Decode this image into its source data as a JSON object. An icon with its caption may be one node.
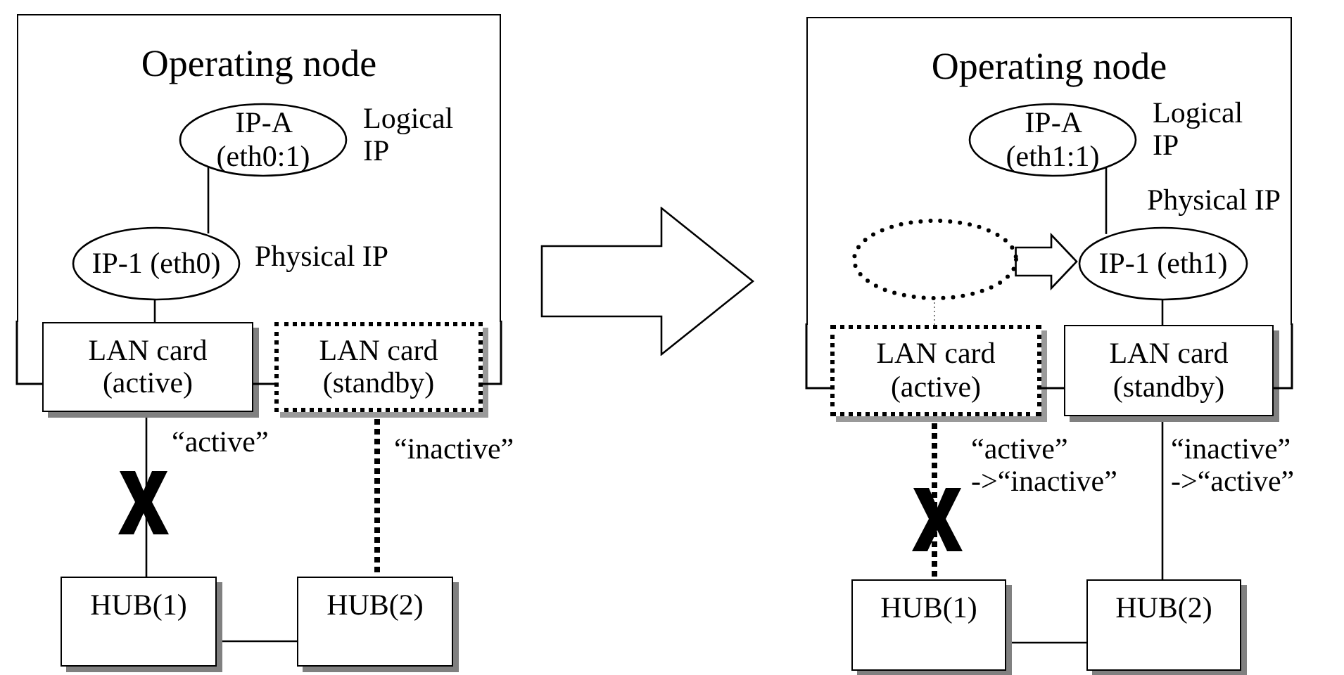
{
  "diagram": {
    "nodes": [
      {
        "text": [
          "Operating node"
        ]
      },
      {
        "text": [
          "IP-A (eth0:1)"
        ],
        "in": 0,
        "beside": [
          "Logical IP"
        ]
      },
      {
        "text": [
          "IP-1 (eth0)"
        ],
        "in": 0,
        "beside": [
          "Physical IP"
        ]
      },
      {
        "text": [
          "LAN card (active)"
        ]
      },
      {
        "text": [
          "LAN card (standby)"
        ]
      },
      {
        "text": [
          "HUB(1)"
        ]
      },
      {
        "text": [
          "HUB(2)"
        ]
      },
      {
        "text": [
          "Operating node"
        ]
      },
      {
        "text": [
          "IP-A (eth1:1)"
        ],
        "in": 7,
        "beside": [
          "Logical IP"
        ]
      },
      {
        "text": [],
        "shape": "ellipse",
        "in": 7
      },
      {
        "text": [
          "IP-1 (eth1)"
        ],
        "in": 7,
        "beside": [
          "Physical IP"
        ]
      },
      {
        "text": [
          "LAN card (active)"
        ]
      },
      {
        "text": [
          "LAN card (standby)"
        ]
      },
      {
        "text": [
          "HUB(1)"
        ]
      },
      {
        "text": [
          "HUB(2)"
        ]
      }
    ],
    "edges": [
      {
        "from": 1,
        "to": 2,
        "arrow": "none"
      },
      {
        "from": 2,
        "to": 3,
        "arrow": "none"
      },
      {
        "from": 3,
        "to": 5,
        "arrow": "none",
        "label": "“active”"
      },
      {
        "from": 4,
        "to": 6,
        "arrow": "none",
        "label": "“inactive”",
        "style": "dashed"
      },
      {
        "from": 5,
        "to": 6,
        "arrow": "none"
      },
      {
        "from": 8,
        "to": 10,
        "arrow": "none"
      },
      {
        "from": 9,
        "to": 10,
        "arrow": "to",
        "style": "thick"
      },
      {
        "from": 9,
        "to": 11,
        "arrow": "none",
        "style": "dashed",
        "color": "#808080"
      },
      {
        "from": 10,
        "to": 12,
        "arrow": "none"
      },
      {
        "from": 11,
        "to": 13,
        "arrow": "none",
        "label": "“active” ->“inactive”",
        "style": "dashed"
      },
      {
        "from": 12,
        "to": 14,
        "arrow": "none",
        "label": "“inactive” ->“active”"
      },
      {
        "from": 13,
        "to": 14,
        "arrow": "none"
      }
    ]
  }
}
